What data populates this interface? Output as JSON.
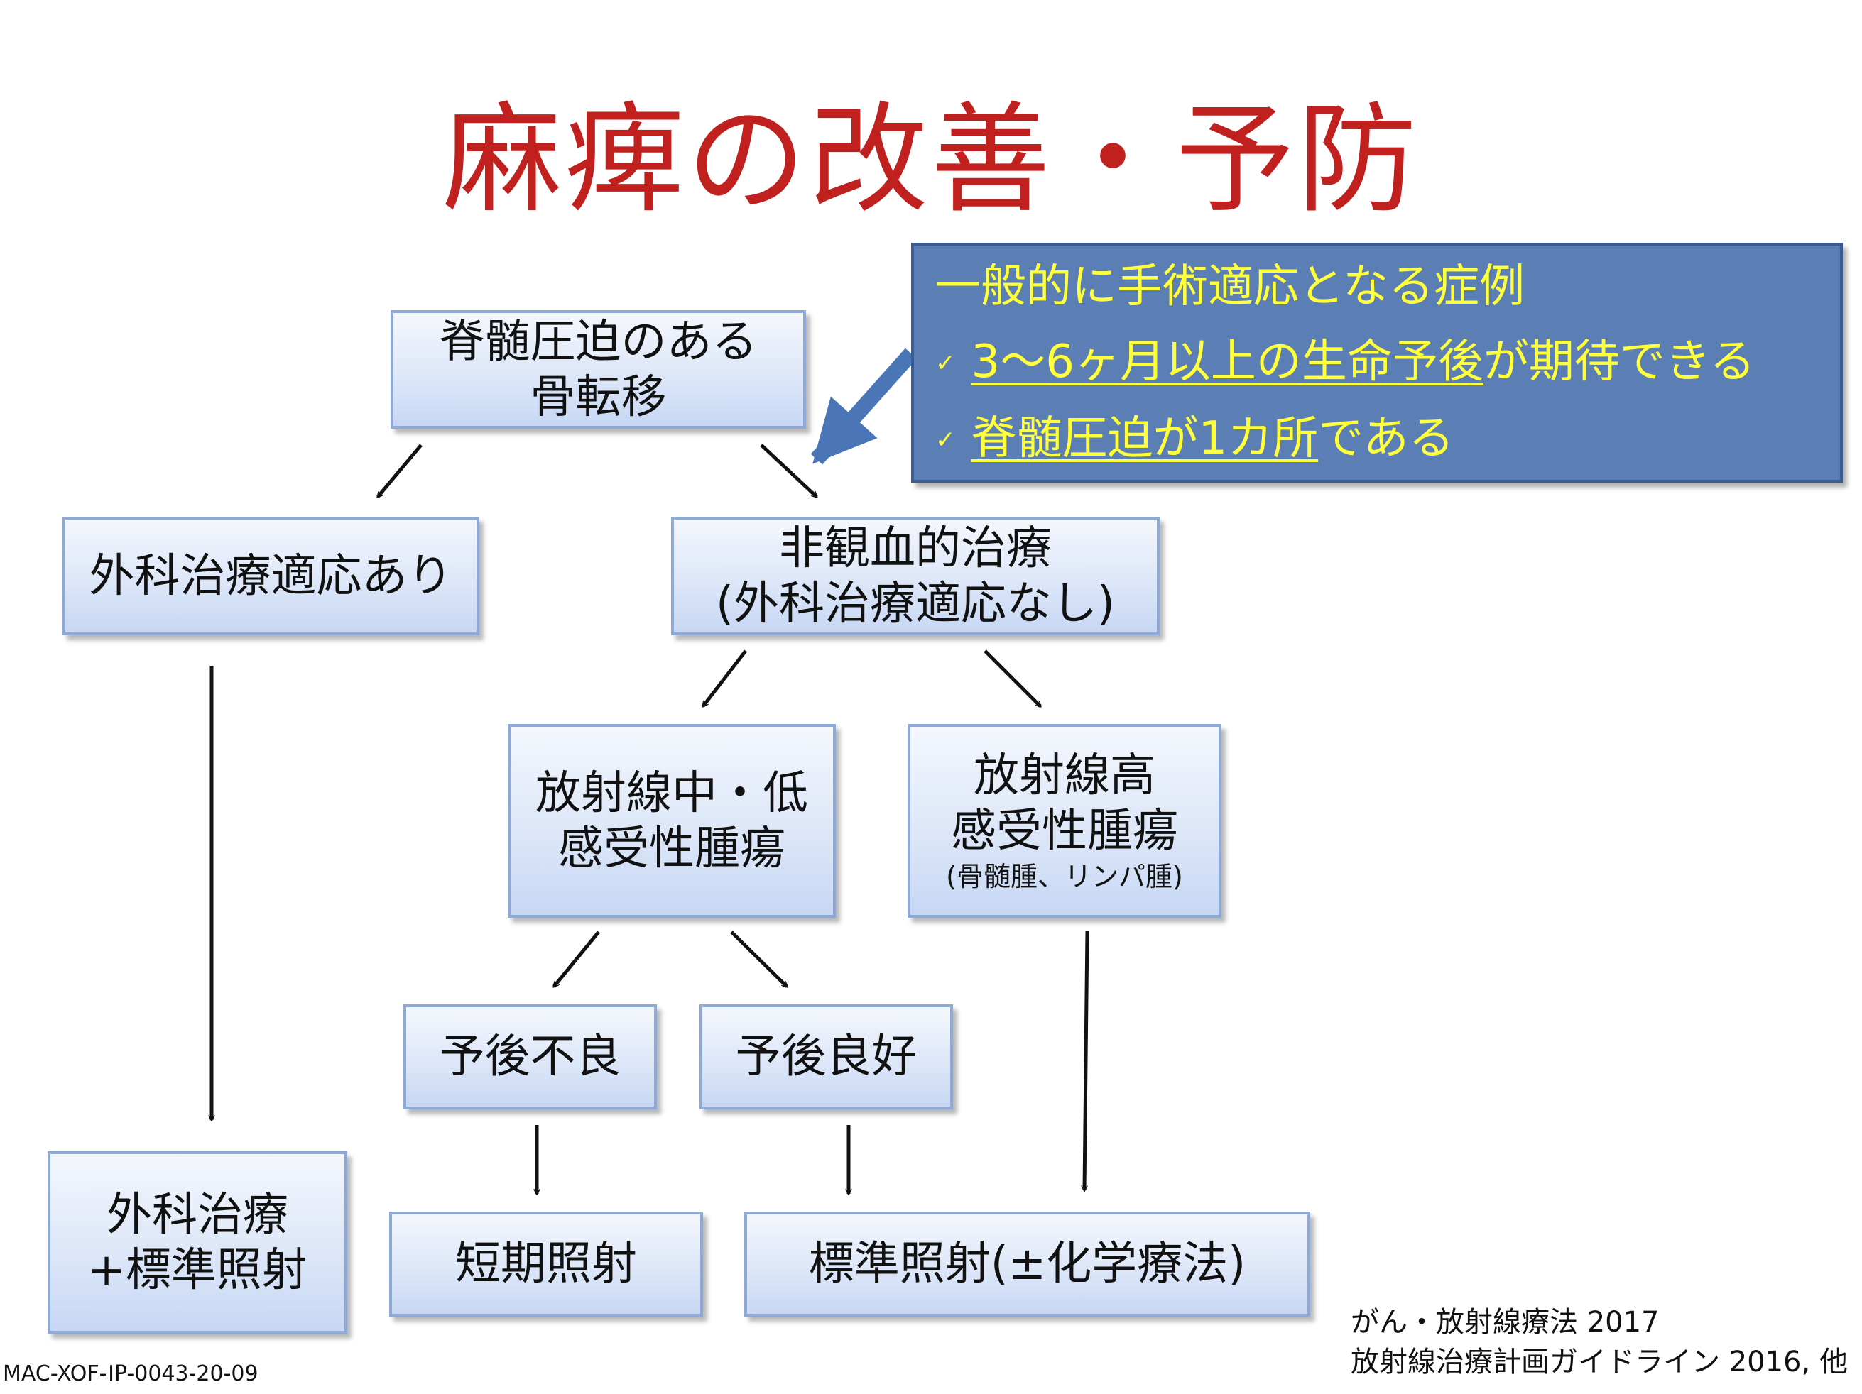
{
  "title": "麻痺の改善・予防",
  "nodes": {
    "top": [
      "脊髄圧迫のある",
      "骨転移"
    ],
    "surgery_ok": [
      "外科治療適応あり"
    ],
    "nonbloody": [
      "非観血的治療",
      "(外科治療適応なし)"
    ],
    "low_sens": [
      "放射線中・低",
      "感受性腫瘍"
    ],
    "high_sens": [
      "放射線高",
      "感受性腫瘍"
    ],
    "high_sens_note": "(骨髄腫、リンパ腫)",
    "poor": [
      "予後不良"
    ],
    "good": [
      "予後良好"
    ],
    "surgery_rt": [
      "外科治療",
      "+標準照射"
    ],
    "short_rt": [
      "短期照射"
    ],
    "std_rt": [
      "標準照射(±化学療法)"
    ]
  },
  "callout": {
    "heading": "一般的に手術適応となる症例",
    "check": "✓",
    "item1_u": "3〜6ヶ月以上の生命予後",
    "item1_rest": "が期待できる",
    "item2_u": "脊髄圧迫が1カ所",
    "item2_rest": "である"
  },
  "references": [
    "がん・放射線療法 2017",
    "放射線治療計画ガイドライン 2016, 他"
  ],
  "doc_code": "MAC-XOF-JP-0043-20-09",
  "colors": {
    "title": "#c0211f",
    "box_border": "#8ea9d6",
    "callout_bg": "#5b7fb5",
    "callout_text": "#ffff3a"
  }
}
